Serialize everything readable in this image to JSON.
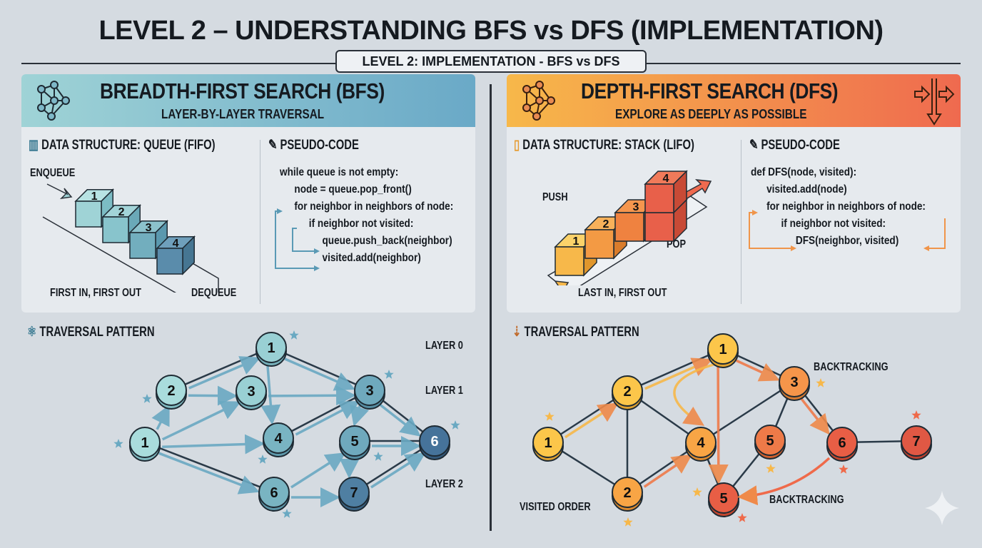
{
  "title": "LEVEL 2 – UNDERSTANDING BFS vs DFS (IMPLEMENTATION)",
  "subtitle": "LEVEL 2: IMPLEMENTATION - BFS vs DFS",
  "bfs": {
    "heading": "BREADTH-FIRST SEARCH (BFS)",
    "tagline": "LAYER-BY-LAYER TRAVERSAL",
    "accent": "#5fa7bf",
    "data_structure_title": "DATA STRUCTURE: QUEUE (FIFO)",
    "queue_items": [
      "1",
      "2",
      "3",
      "4"
    ],
    "enqueue": "ENQUEUE",
    "dequeue": "DEQUEUE",
    "fifo": "FIRST IN, FIRST OUT",
    "pseudo_title": "PSEUDO-CODE",
    "code": [
      "while queue is not empty:",
      "node = queue.pop_front()",
      "for neighbor in neighbors of node:",
      "if neighbor not visited:",
      "queue.push_back(neighbor)",
      "visited.add(neighbor)"
    ],
    "traversal_title": "TRAVERSAL PATTERN",
    "layers": [
      "LAYER 0",
      "LAYER 1",
      "LAYER 2"
    ],
    "nodes": [
      "1",
      "2",
      "3",
      "1",
      "3",
      "4",
      "5",
      "6",
      "6",
      "7"
    ],
    "edges": [
      [
        1,
        3
      ],
      [
        3,
        4
      ],
      [
        0,
        8
      ],
      [
        4,
        5
      ],
      [
        4,
        7
      ],
      [
        9,
        7
      ],
      [
        6,
        7
      ]
    ],
    "arrows": [
      [
        0,
        1
      ],
      [
        1,
        3
      ],
      [
        1,
        2
      ],
      [
        0,
        2
      ],
      [
        0,
        5
      ],
      [
        0,
        8
      ],
      [
        3,
        5
      ],
      [
        3,
        4
      ],
      [
        2,
        4
      ],
      [
        5,
        4
      ],
      [
        4,
        6
      ],
      [
        4,
        7
      ],
      [
        6,
        7
      ],
      [
        8,
        6
      ],
      [
        8,
        9
      ],
      [
        6,
        9
      ],
      [
        9,
        7
      ]
    ]
  },
  "dfs": {
    "heading": "DEPTH-FIRST SEARCH (DFS)",
    "tagline": "EXPLORE AS DEEPLY AS POSSIBLE",
    "accent": "#f08a4b",
    "data_structure_title": "DATA STRUCTURE: STACK (LIFO)",
    "stack_items": [
      "1",
      "2",
      "3",
      "4"
    ],
    "push": "PUSH",
    "pop": "POP",
    "lifo": "LAST IN, FIRST OUT",
    "pseudo_title": "PSEUDO-CODE",
    "code": [
      "def DFS(node, visited):",
      "visited.add(node)",
      "for neighbor in neighbors of node:",
      "if neighbor not visited:",
      "DFS(neighbor, visited)"
    ],
    "traversal_title": "TRAVERSAL PATTERN",
    "backtracking": "BACKTRACKING",
    "visited_order": "VISITED ORDER",
    "nodes": [
      "1",
      "2",
      "1",
      "3",
      "4",
      "5",
      "6",
      "7",
      "2",
      "5"
    ],
    "edges": [
      [
        0,
        1
      ],
      [
        0,
        8
      ],
      [
        1,
        2
      ],
      [
        1,
        8
      ],
      [
        1,
        4
      ],
      [
        8,
        4
      ],
      [
        2,
        3
      ],
      [
        3,
        4
      ],
      [
        3,
        5
      ],
      [
        3,
        6
      ],
      [
        6,
        7
      ],
      [
        4,
        9
      ],
      [
        5,
        9
      ]
    ],
    "arrows": [
      [
        0,
        1
      ],
      [
        1,
        2
      ],
      [
        2,
        4
      ],
      [
        2,
        9
      ],
      [
        2,
        3
      ],
      [
        3,
        6
      ],
      [
        8,
        4
      ]
    ]
  }
}
